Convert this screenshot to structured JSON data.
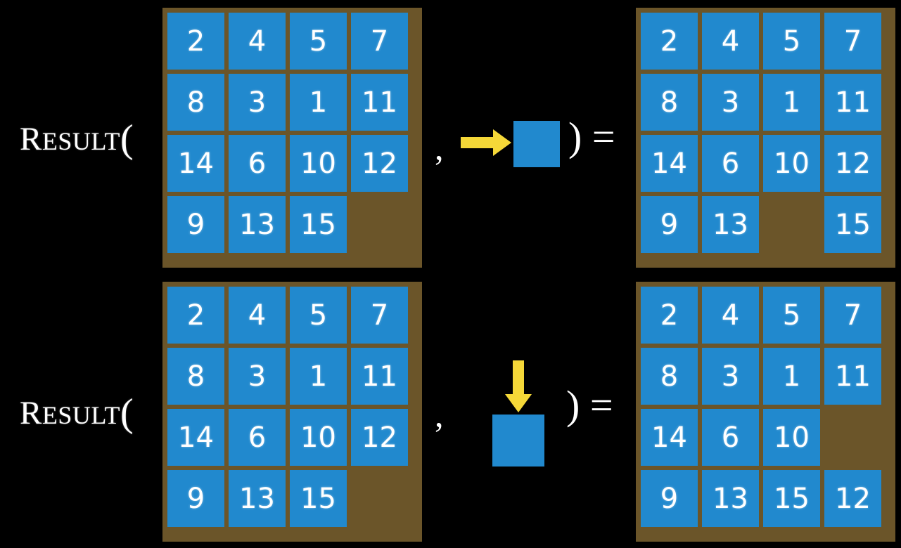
{
  "background_color": "#000000",
  "palette": {
    "board_background": "#6b5529",
    "tile_blue": "#2189ce",
    "tile_text": "#ffffff",
    "arrow_yellow": "#f5d838",
    "label_text": "#ffffff"
  },
  "rows": [
    {
      "id": "row-top",
      "label": {
        "first_letter": "R",
        "rest": "ESULT",
        "open_paren": "("
      },
      "separator_comma": ",",
      "close_paren_equals": ") =",
      "action": {
        "icon": "arrow-right-icon",
        "direction": "right",
        "description": "blank tile moves right"
      },
      "input_board": {
        "rows": 4,
        "cols": 4,
        "cells": [
          [
            "2",
            "4",
            "5",
            "7"
          ],
          [
            "8",
            "3",
            "1",
            "11"
          ],
          [
            "14",
            "6",
            "10",
            "12"
          ],
          [
            "9",
            "13",
            "15",
            ""
          ]
        ]
      },
      "output_board": {
        "rows": 4,
        "cols": 4,
        "cells": [
          [
            "2",
            "4",
            "5",
            "7"
          ],
          [
            "8",
            "3",
            "1",
            "11"
          ],
          [
            "14",
            "6",
            "10",
            "12"
          ],
          [
            "9",
            "13",
            "",
            "15"
          ]
        ]
      }
    },
    {
      "id": "row-bottom",
      "label": {
        "first_letter": "R",
        "rest": "ESULT",
        "open_paren": "("
      },
      "separator_comma": ",",
      "close_paren_equals": ") =",
      "action": {
        "icon": "arrow-down-icon",
        "direction": "down",
        "description": "blank tile moves down"
      },
      "input_board": {
        "rows": 4,
        "cols": 4,
        "cells": [
          [
            "2",
            "4",
            "5",
            "7"
          ],
          [
            "8",
            "3",
            "1",
            "11"
          ],
          [
            "14",
            "6",
            "10",
            "12"
          ],
          [
            "9",
            "13",
            "15",
            ""
          ]
        ]
      },
      "output_board": {
        "rows": 4,
        "cols": 4,
        "cells": [
          [
            "2",
            "4",
            "5",
            "7"
          ],
          [
            "8",
            "3",
            "1",
            "11"
          ],
          [
            "14",
            "6",
            "10",
            ""
          ],
          [
            "9",
            "13",
            "15",
            "12"
          ]
        ]
      }
    }
  ]
}
